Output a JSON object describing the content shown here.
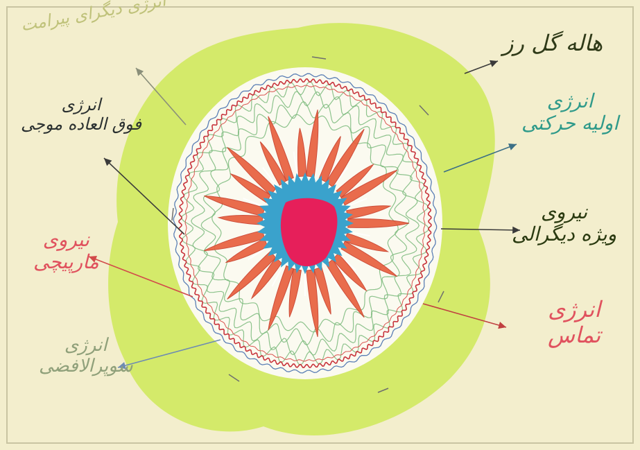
{
  "labels": {
    "aura": {
      "lines": [
        "هاله گل رز"
      ],
      "color": "#2f3a18"
    },
    "green_energy": {
      "lines": [
        "انرژی دیگرای پیرامت"
      ],
      "color": "#bfc27a"
    },
    "primary_motion": {
      "lines": [
        "انرژی",
        "اولیه حرکتی"
      ],
      "color": "#2f9a8a"
    },
    "supra_wave": {
      "lines": [
        "انرژی",
        "فوق العاده موجی"
      ],
      "color": "#2a3030"
    },
    "special_force": {
      "lines": [
        "نیروی",
        "ویژه دیگرالی"
      ],
      "color": "#2a3a10"
    },
    "spiral_force": {
      "lines": [
        "نیروی",
        "مارپیچی"
      ],
      "color": "#e0525e"
    },
    "contact_energy": {
      "lines": [
        "انرژی",
        "تماس"
      ],
      "color": "#e0525e"
    },
    "supra_sensory": {
      "lines": [
        "انرژی",
        "سوپرالافضی"
      ],
      "color": "#8fa07a"
    }
  },
  "colors": {
    "paper": "#f3eecd",
    "aura_fill": "#d4ea6a",
    "petal": "#e8603f",
    "core": "#e61f5a",
    "halo": "#3aa2cc",
    "rim": "#c8343c"
  }
}
